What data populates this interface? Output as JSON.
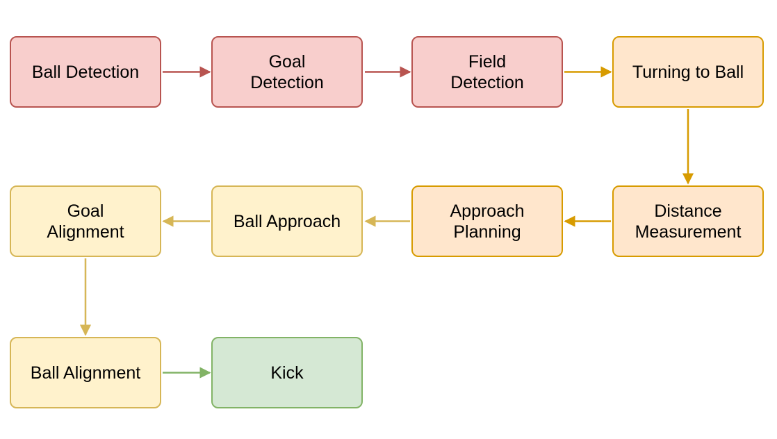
{
  "background": "#FFFFFF",
  "text_color": "#000000",
  "nodes": [
    {
      "id": "ball-detection",
      "label": "Ball Detection",
      "fill": "#F8CECC",
      "stroke": "#B85450"
    },
    {
      "id": "goal-detection",
      "label": "Goal\nDetection",
      "fill": "#F8CECC",
      "stroke": "#B85450"
    },
    {
      "id": "field-detection",
      "label": "Field\nDetection",
      "fill": "#F8CECC",
      "stroke": "#B85450"
    },
    {
      "id": "turning-to-ball",
      "label": "Turning to Ball",
      "fill": "#FFE6CC",
      "stroke": "#D79B00"
    },
    {
      "id": "distance-measurement",
      "label": "Distance\nMeasurement",
      "fill": "#FFE6CC",
      "stroke": "#D79B00"
    },
    {
      "id": "approach-planning",
      "label": "Approach\nPlanning",
      "fill": "#FFE6CC",
      "stroke": "#D79B00"
    },
    {
      "id": "ball-approach",
      "label": "Ball Approach",
      "fill": "#FFF2CC",
      "stroke": "#D6B656"
    },
    {
      "id": "goal-alignment",
      "label": "Goal\nAlignment",
      "fill": "#FFF2CC",
      "stroke": "#D6B656"
    },
    {
      "id": "ball-alignment",
      "label": "Ball Alignment",
      "fill": "#FFF2CC",
      "stroke": "#D6B656"
    },
    {
      "id": "kick",
      "label": "Kick",
      "fill": "#D5E8D4",
      "stroke": "#82B366"
    }
  ],
  "edges": [
    {
      "from": "ball-detection",
      "to": "goal-detection",
      "color": "#B85450"
    },
    {
      "from": "goal-detection",
      "to": "field-detection",
      "color": "#B85450"
    },
    {
      "from": "field-detection",
      "to": "turning-to-ball",
      "color": "#D79B00"
    },
    {
      "from": "turning-to-ball",
      "to": "distance-measurement",
      "color": "#D79B00"
    },
    {
      "from": "distance-measurement",
      "to": "approach-planning",
      "color": "#D79B00"
    },
    {
      "from": "approach-planning",
      "to": "ball-approach",
      "color": "#D6B656"
    },
    {
      "from": "ball-approach",
      "to": "goal-alignment",
      "color": "#D6B656"
    },
    {
      "from": "goal-alignment",
      "to": "ball-alignment",
      "color": "#D6B656"
    },
    {
      "from": "ball-alignment",
      "to": "kick",
      "color": "#82B366"
    }
  ]
}
